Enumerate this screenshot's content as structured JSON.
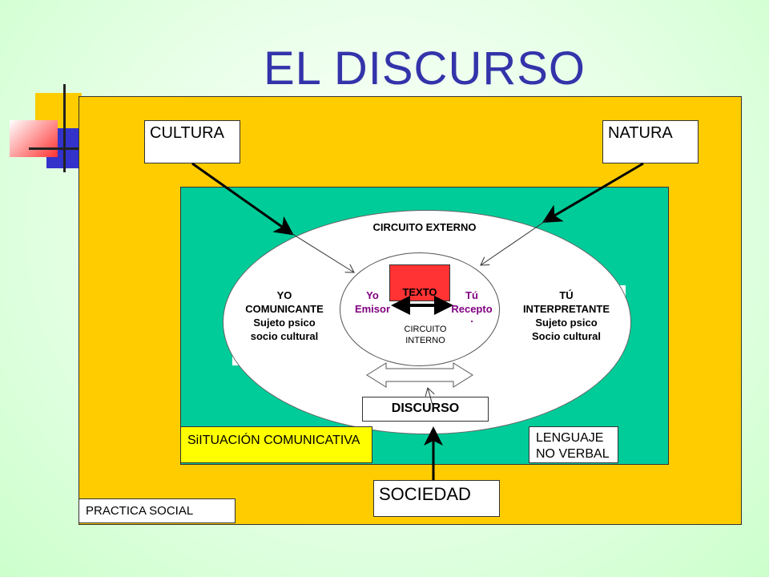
{
  "title": "EL DISCURSO",
  "boxes": {
    "cultura": "CULTURA",
    "natura": "NATURA",
    "sociedad": "SOCIEDAD",
    "practica_social": "PRACTICA SOCIAL",
    "situacion": "SiITUACIÓN COMUNICATIVA",
    "lenguaje": [
      "LENGUAJE",
      "NO VERBAL"
    ],
    "discurso": "DISCURSO",
    "texto": "TEXTO"
  },
  "circuito_externo": "CIRCUITO EXTERNO",
  "circuito_interno": [
    "CIRCUITO",
    "INTERNO"
  ],
  "yo_comunicante": [
    "YO",
    "COMUNICANTE",
    "Sujeto psico",
    "socio cultural"
  ],
  "tu_interpretante": [
    "TÚ",
    "INTERPRETANTE",
    "Sujeto psico",
    "Socio cultural"
  ],
  "yo_emisor": [
    "Yo",
    "Emisor"
  ],
  "tu_receptor": [
    "Tú",
    "Recepto",
    "."
  ],
  "colors": {
    "background": "#ccffcc",
    "title": "#3333aa",
    "practica_area": "#ffcc00",
    "situacion_area": "#00cc99",
    "texto_box": "#ff3333",
    "situacion_label": "#ffff00",
    "emisor_receptor_text": "#800080"
  }
}
